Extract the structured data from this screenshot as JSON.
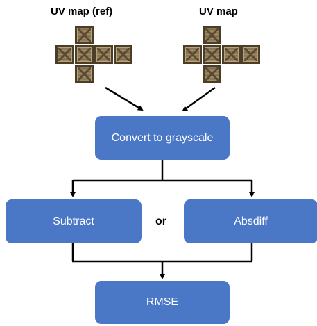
{
  "labels": {
    "uv_map_ref": "UV map (ref)",
    "uv_map": "UV map",
    "or": "or"
  },
  "nodes": {
    "convert": "Convert to grayscale",
    "subtract": "Subtract",
    "absdiff": "Absdiff",
    "rmse": "RMSE"
  },
  "colors": {
    "node_fill": "#4a78c6",
    "node_text": "#ffffff",
    "arrow": "#000000"
  },
  "icons": {
    "crate_texture": "crate-texture-icon"
  }
}
